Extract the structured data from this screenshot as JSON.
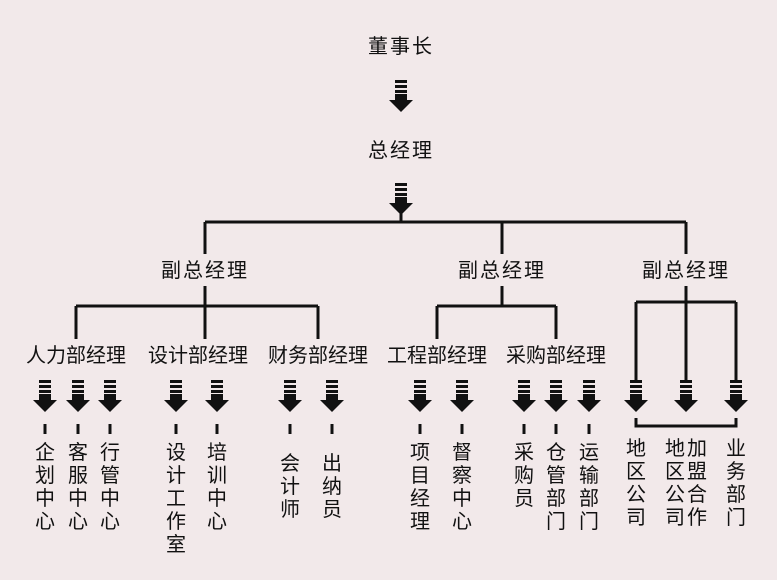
{
  "chairman": "董事长",
  "general_manager": "总经理",
  "deputies": [
    {
      "title": "副总经理",
      "departments": [
        {
          "title": "人力部经理",
          "units": [
            "企划中心",
            "客服中心",
            "行管中心"
          ]
        },
        {
          "title": "设计部经理",
          "units": [
            "设计工作室",
            "培训中心"
          ]
        },
        {
          "title": "财务部经理",
          "units": [
            "会计师",
            "出纳员"
          ]
        }
      ]
    },
    {
      "title": "副总经理",
      "departments": [
        {
          "title": "工程部经理",
          "units": [
            "项目经理",
            "督察中心"
          ]
        },
        {
          "title": "采购部经理",
          "units": [
            "采购员",
            "仓管部门",
            "运输部门"
          ]
        }
      ]
    },
    {
      "title": "副总经理",
      "units": [
        {
          "lines": [
            "地区公司"
          ]
        },
        {
          "lines": [
            "地加区盟",
            "公合司作"
          ]
        },
        {
          "lines": [
            "业务部门"
          ]
        }
      ]
    }
  ],
  "colors": {
    "background": "#f2e9ea",
    "ink": "#111111"
  }
}
